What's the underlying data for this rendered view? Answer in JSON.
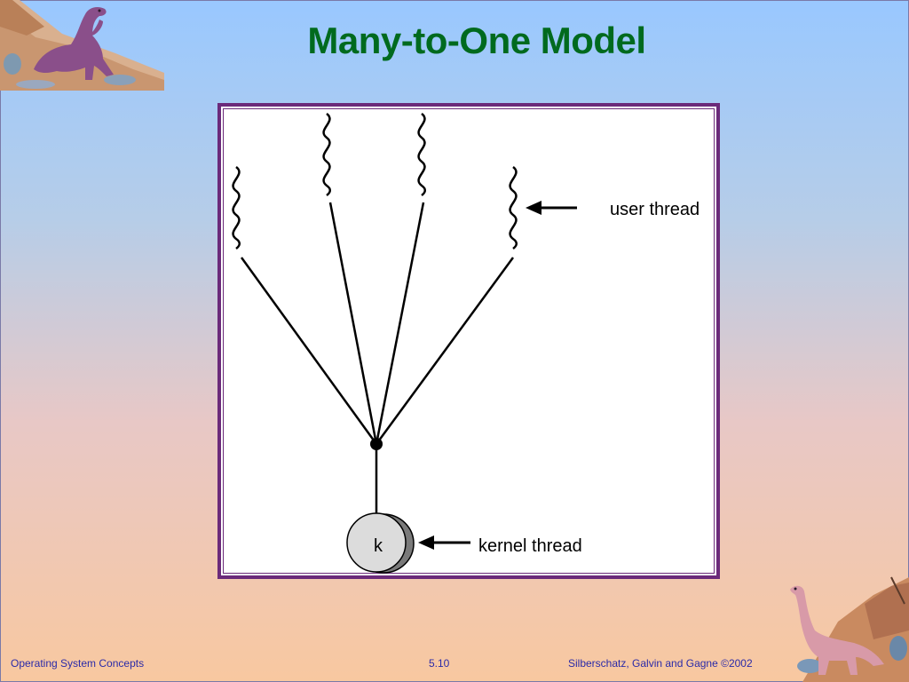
{
  "slide": {
    "title": "Many-to-One Model"
  },
  "diagram": {
    "user_thread_label": "user thread",
    "kernel_thread_letter": "k",
    "kernel_thread_label": "kernel thread"
  },
  "footer": {
    "course": "Operating System Concepts",
    "page_number": "5.10",
    "copyright": "Silberschatz, Galvin and  Gagne ©2002"
  },
  "colors": {
    "title": "#006a1e",
    "frame": "#6b2a7a",
    "footer_text": "#2a2aa8"
  }
}
